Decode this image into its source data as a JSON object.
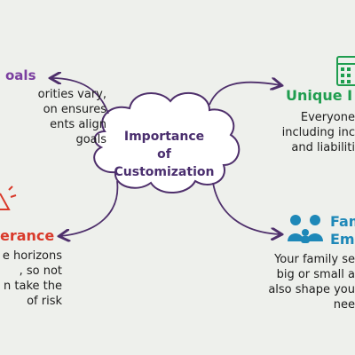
{
  "center": {
    "line1": "Importance",
    "line2": "of",
    "line3": "Customization"
  },
  "nodes": {
    "goals": {
      "heading": "oals",
      "lines": [
        "orities vary,",
        "on ensures",
        "ents align",
        "goals"
      ],
      "color": "#7b3fa0"
    },
    "unique": {
      "heading": "Unique I",
      "lines": [
        "Everyone",
        "including inc",
        "and liabiliti"
      ],
      "color": "#1f9d4f"
    },
    "tolerance": {
      "heading": "erance",
      "lines": [
        "e horizons",
        ", so not",
        "n take the",
        "of risk"
      ],
      "color": "#d93a2b"
    },
    "family": {
      "heading_line1": "Fam",
      "heading_line2": "Em",
      "lines": [
        "Your family se",
        "big or small a",
        "also shape you",
        "nee"
      ],
      "color": "#1e88b8"
    }
  },
  "icons": [
    "calendar-icon",
    "family-icon",
    "warning-icon"
  ],
  "colors": {
    "arrow": "#4e2f6b",
    "cloud_stroke": "#4e2f6b",
    "background": "#eef0ec"
  }
}
